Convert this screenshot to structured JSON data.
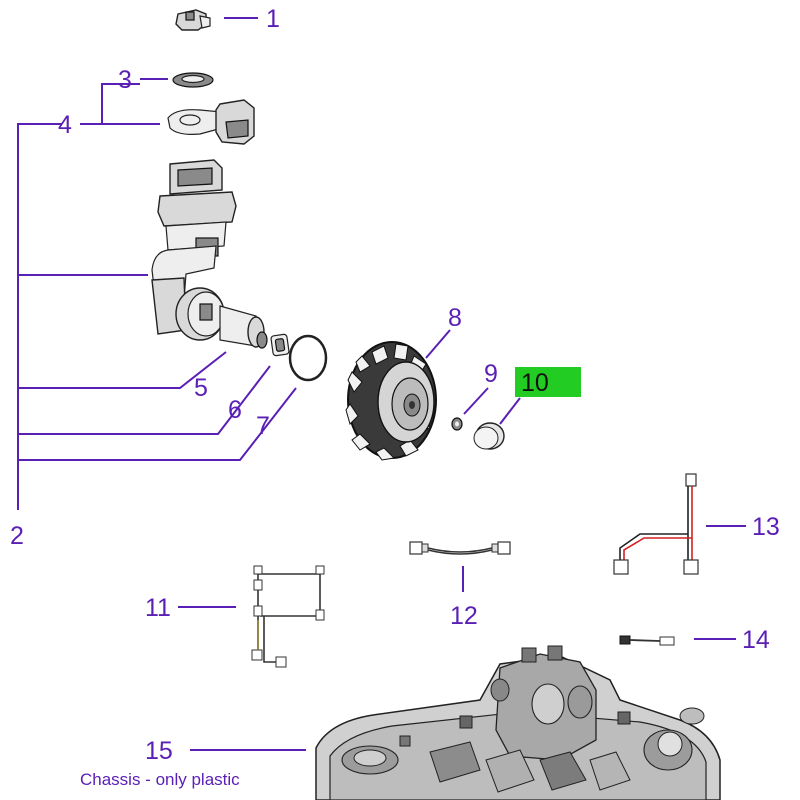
{
  "callouts": [
    {
      "id": "1",
      "label": "1"
    },
    {
      "id": "2",
      "label": "2"
    },
    {
      "id": "3",
      "label": "3"
    },
    {
      "id": "4",
      "label": "4"
    },
    {
      "id": "5",
      "label": "5"
    },
    {
      "id": "6",
      "label": "6"
    },
    {
      "id": "7",
      "label": "7"
    },
    {
      "id": "8",
      "label": "8"
    },
    {
      "id": "9",
      "label": "9"
    },
    {
      "id": "10",
      "label": "10"
    },
    {
      "id": "11",
      "label": "11"
    },
    {
      "id": "12",
      "label": "12"
    },
    {
      "id": "13",
      "label": "13"
    },
    {
      "id": "14",
      "label": "14"
    },
    {
      "id": "15",
      "label": "15"
    }
  ],
  "chassis_caption": "Chassis - only plastic",
  "colors": {
    "callout": "#5a1fb5",
    "highlight": "#22cc22",
    "wire_red": "#d42020"
  }
}
